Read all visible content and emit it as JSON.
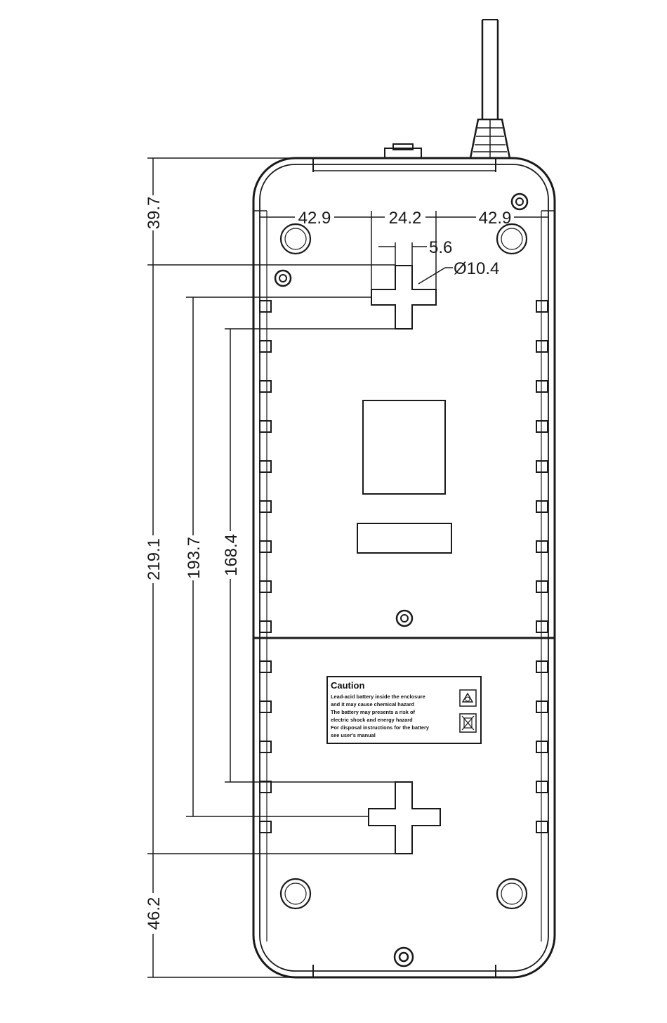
{
  "dimensions": {
    "top_section": "39.7",
    "overall_length": "219.1",
    "outer_cross_spacing": "193.7",
    "inner_cross_spacing": "168.4",
    "bottom_section": "46.2",
    "left_offset": "42.9",
    "center_width": "24.2",
    "right_offset": "42.9",
    "slot_width": "5.6",
    "hole_diameter": "Ø10.4"
  },
  "label": {
    "title": "Caution",
    "lines": [
      "Lead-acid battery inside the enclosure",
      " and it may cause chemical hazard",
      "The battery may presents a risk of",
      " electric shock and energy hazard",
      "For disposal instructions for the battery",
      " see user's manual"
    ],
    "icons": [
      "recycle-icon",
      "crossed-bin-icon"
    ]
  },
  "colors": {
    "line": "#1a1a1a",
    "background": "#ffffff"
  }
}
